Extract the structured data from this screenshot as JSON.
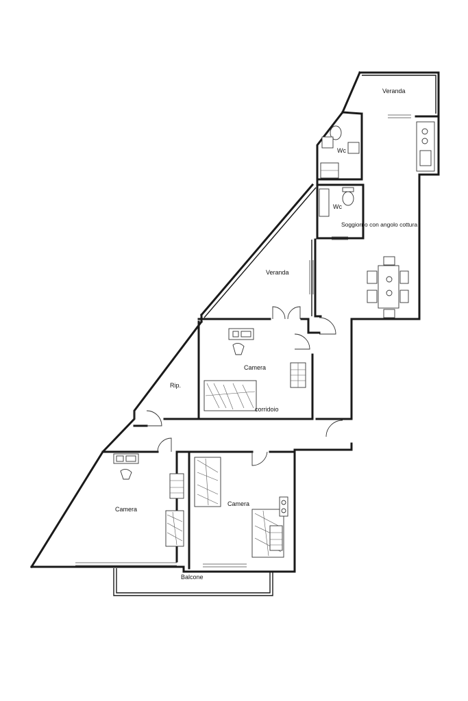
{
  "rooms": {
    "veranda_top": "Veranda",
    "wc_upper": "Wc",
    "wc_lower": "Wc",
    "living": "Soggiorno con angolo cottura",
    "veranda_mid": "Veranda",
    "camera_center": "Camera",
    "ripostiglio": "Rip.",
    "corridoio": "corridoio",
    "camera_left": "Camera",
    "camera_right": "Camera",
    "balcone": "Balcone"
  }
}
